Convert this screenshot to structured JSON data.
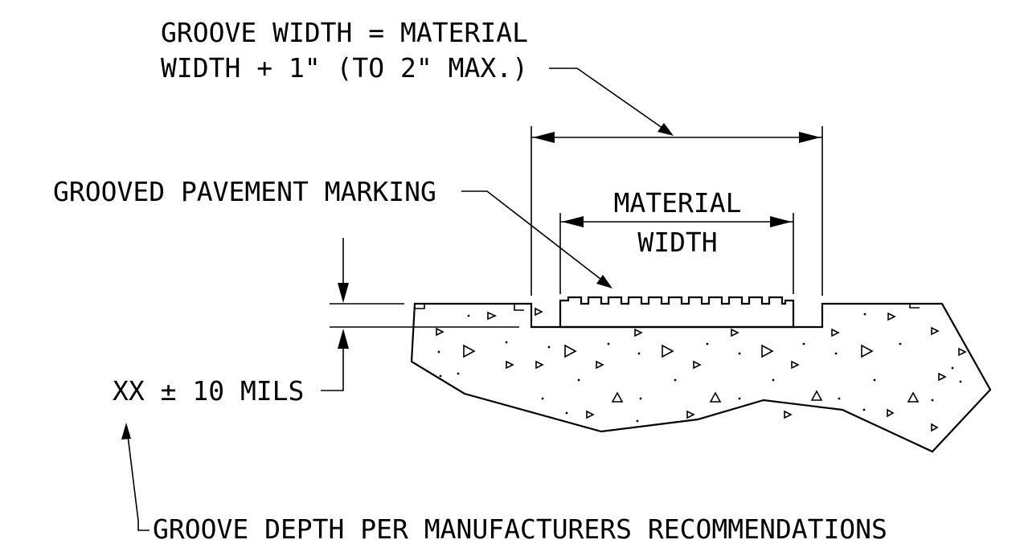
{
  "labels": {
    "groove_width_line1": "GROOVE WIDTH = MATERIAL",
    "groove_width_line2": "WIDTH + 1\" (TO  2\" MAX.)",
    "grooved_marking": "GROOVED PAVEMENT MARKING",
    "material_line1": "MATERIAL",
    "material_line2": "WIDTH",
    "depth_tolerance": "XX ± 10 MILS",
    "groove_depth_note": "GROOVE DEPTH PER MANUFACTURERS RECOMMENDATIONS"
  },
  "colors": {
    "ink": "#000000",
    "background": "#ffffff"
  }
}
